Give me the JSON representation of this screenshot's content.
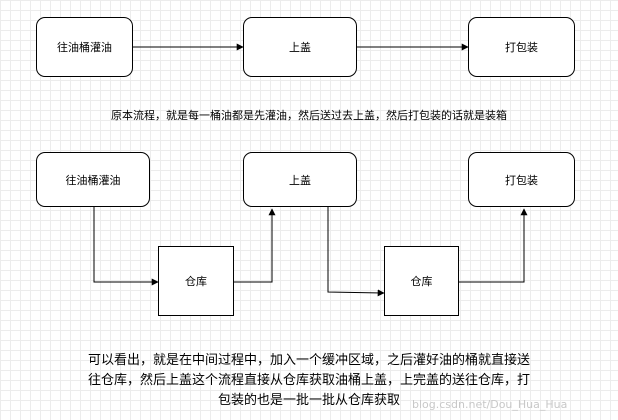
{
  "top_flow": {
    "nodes": [
      "往油桶灌油",
      "上盖",
      "打包装"
    ]
  },
  "caption_top": "原本流程，就是每一桶油都是先灌油，然后送过去上盖，然后打包装的话就是装箱",
  "bottom_flow": {
    "nodes": [
      "往油桶灌油",
      "上盖",
      "打包装"
    ],
    "buffers": [
      "仓库",
      "仓库"
    ]
  },
  "caption_bottom": [
    "可以看出，就是在中间过程中，加入一个缓冲区域，之后灌好油的桶就直接送",
    "往仓库，然后上盖这个流程直接从仓库获取油桶上盖，上完盖的送往仓库，打",
    "包装的也是一批一批从仓库获取"
  ],
  "watermark": "blog.csdn.net/Dou_Hua_Hua"
}
